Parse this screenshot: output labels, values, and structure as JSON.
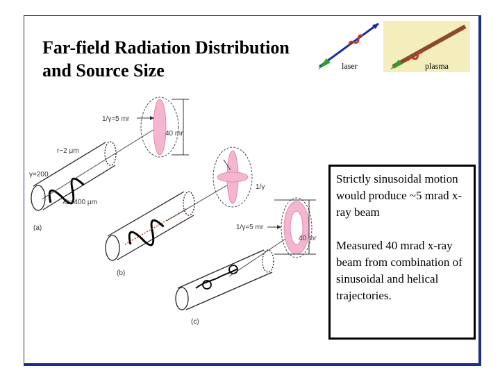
{
  "slide": {
    "title_line1": "Far-field Radiation Distribution",
    "title_line2": "and Source Size",
    "inset": {
      "laser_label": "laser",
      "plasma_label": "plasma",
      "colors": {
        "laser_blue": "#1a2ea6",
        "plasma_bg": "#f3eebb",
        "beam_green": "#2f9e2f",
        "wiggle_red": "#c0392b",
        "beam_brown": "#8b4a2a"
      }
    },
    "diagram": {
      "label_inv_gamma_5mr_top": "1/γ=5 mr",
      "label_40mr_top": "40 mr",
      "label_r": "r~2 μm",
      "label_gamma": "γ=200",
      "label_lambda": "λb=400 μm",
      "label_a": "(a)",
      "label_inv_gamma_right": "1/γ",
      "label_inv_gamma_5mr_mid": "1/γ=5 mr",
      "label_40mr_mid": "40 mr",
      "label_b": "(b)",
      "label_c": "(c)"
    },
    "paragraphs": [
      "Strictly sinusoidal motion would produce ~5 mrad x-ray beam",
      "Measured 40 mrad x-ray beam from combination of sinusoidal and helical trajectories."
    ],
    "colors": {
      "frame": "#1c2e8a",
      "lobe_pink": "#f4b6cf",
      "text_box_border": "#000000"
    }
  }
}
